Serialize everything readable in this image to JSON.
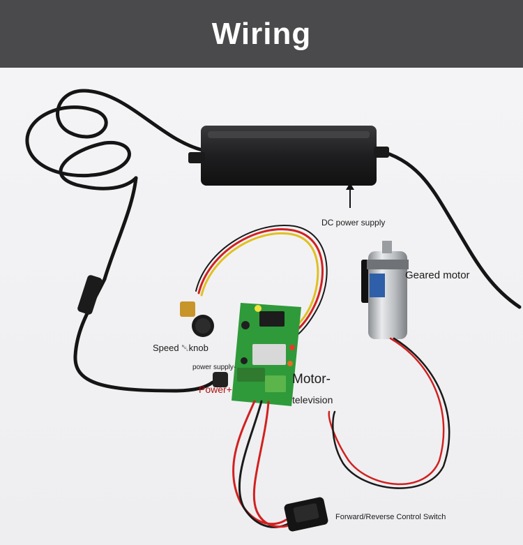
{
  "header": {
    "title": "Wiring"
  },
  "labels": {
    "dc_power_supply": "DC power supply",
    "geared_motor": "Geared motor",
    "speed_knob": "Speed ␀knob",
    "power_supply_minus": "power supply-",
    "power_plus": "Power+",
    "motor": "Motor-",
    "television": "television",
    "switch": "Forward/Reverse Control Switch"
  },
  "colors": {
    "banner": "#4a4a4c",
    "background": "#f1f1f3",
    "wire_red": "#d22020",
    "wire_yellow": "#e0c020",
    "board_green": "#2f9a3a",
    "label_red": "#b01010"
  }
}
